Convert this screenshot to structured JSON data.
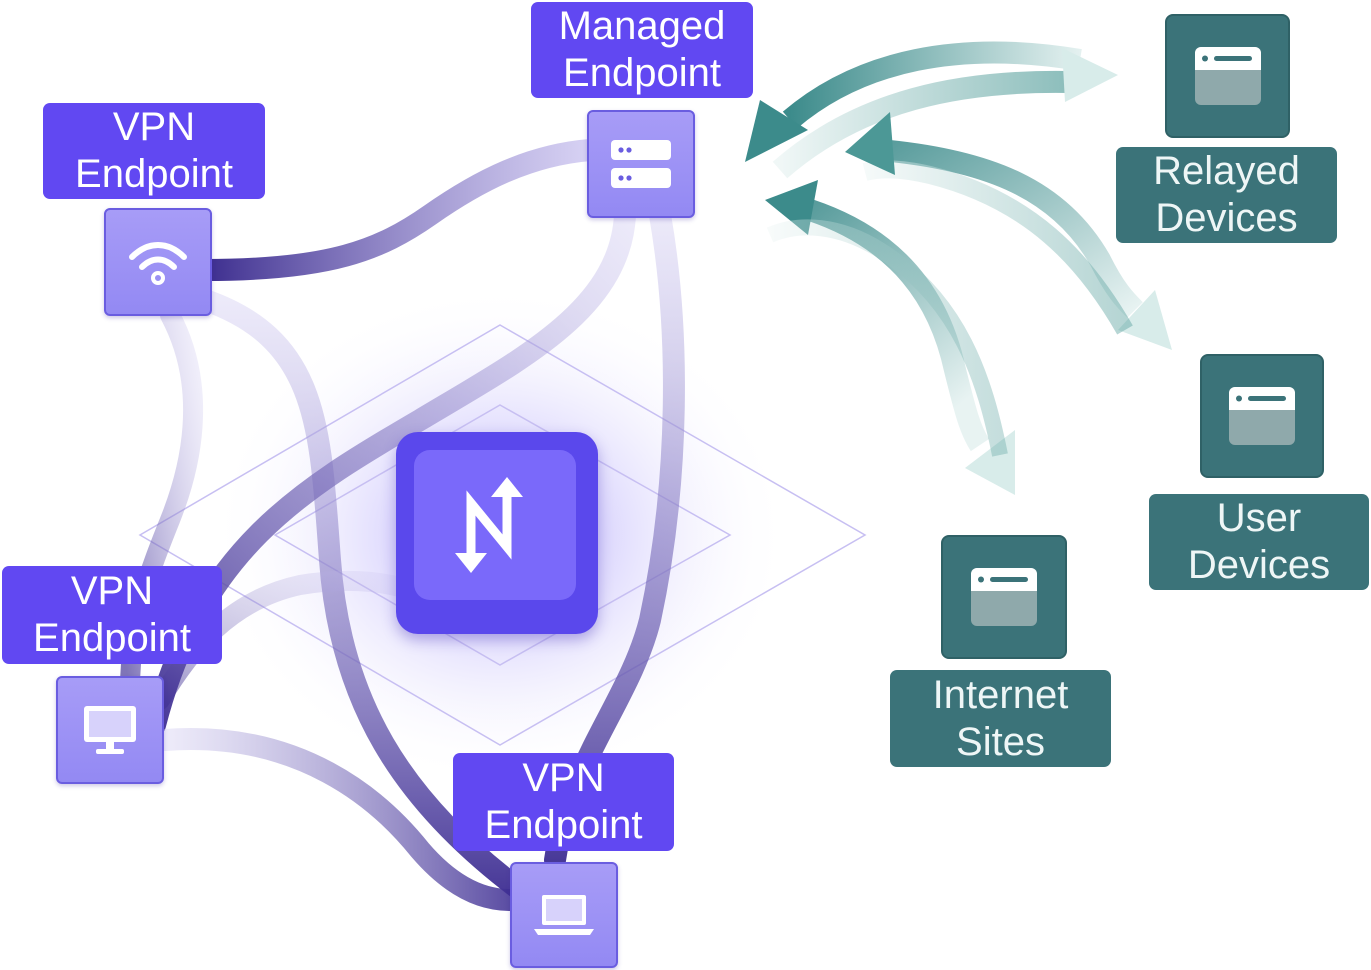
{
  "nodes": {
    "vpn_top_left": {
      "label_line1": "VPN",
      "label_line2": "Endpoint",
      "icon": "wifi-icon"
    },
    "managed": {
      "label_line1": "Managed",
      "label_line2": "Endpoint",
      "icon": "server-icon"
    },
    "vpn_mid_left": {
      "label_line1": "VPN",
      "label_line2": "Endpoint",
      "icon": "monitor-icon"
    },
    "vpn_bottom": {
      "label_line1": "VPN",
      "label_line2": "Endpoint",
      "icon": "laptop-icon"
    },
    "hub": {
      "icon": "netmaker-logo-icon"
    },
    "relayed": {
      "label_line1": "Relayed",
      "label_line2": "Devices",
      "icon": "browser-window-icon"
    },
    "user": {
      "label_line1": "User",
      "label_line2": "Devices",
      "icon": "browser-window-icon"
    },
    "internet": {
      "label_line1": "Internet",
      "label_line2": "Sites",
      "icon": "browser-window-icon"
    }
  },
  "colors": {
    "accent_purple": "#6148f2",
    "tile_purple": "#9a8ff5",
    "link_purple": "#5b4aa8",
    "teal": "#3b7379",
    "arrow_teal": "#4c9896"
  }
}
